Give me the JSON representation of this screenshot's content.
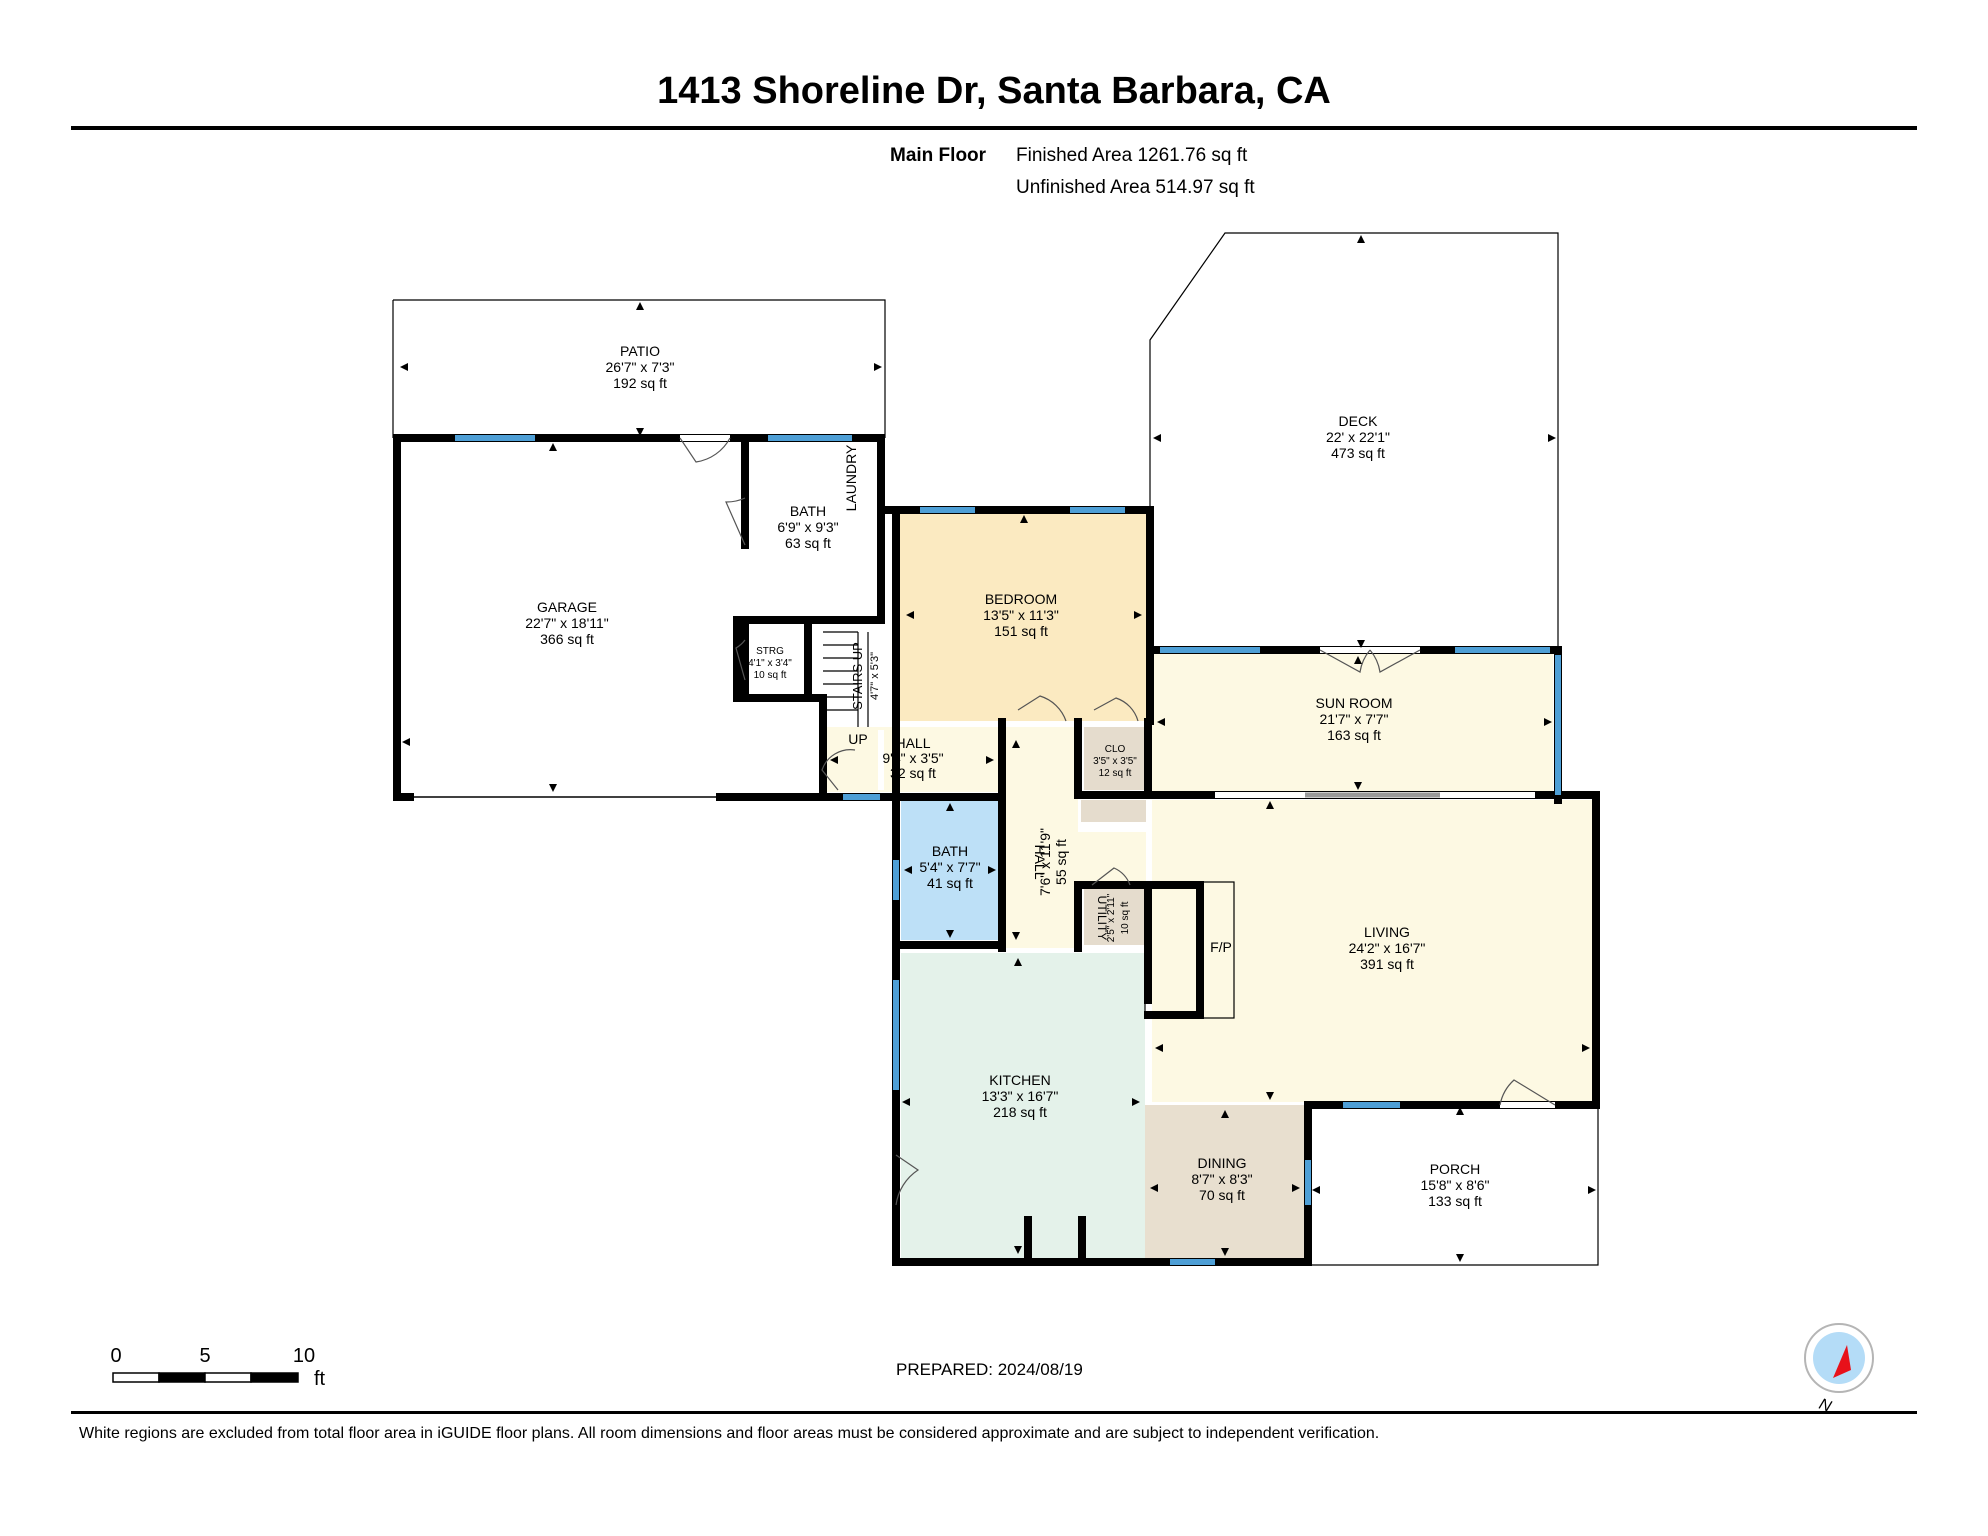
{
  "header": {
    "title": "1413 Shoreline Dr, Santa Barbara, CA"
  },
  "floor": {
    "name": "Main Floor",
    "finished_area": "Finished Area 1261.76 sq ft",
    "unfinished_area": "Unfinished Area 514.97 sq ft"
  },
  "rooms": {
    "patio": {
      "name": "PATIO",
      "dims": "26'7\" x 7'3\"",
      "area": "192 sq ft"
    },
    "garage": {
      "name": "GARAGE",
      "dims": "22'7\" x 18'11\"",
      "area": "366 sq ft"
    },
    "bath_upper": {
      "name": "BATH",
      "dims": "6'9\" x 9'3\"",
      "area": "63 sq ft"
    },
    "laundry": {
      "name": "LAUNDRY"
    },
    "strg": {
      "name": "STRG",
      "dims": "4'1\" x 3'4\"",
      "area": "10 sq ft"
    },
    "stairs": {
      "name": "STAIRS UP",
      "dims": "4'7\" x 5'3\""
    },
    "up_label": "UP",
    "bedroom": {
      "name": "BEDROOM",
      "dims": "13'5\" x 11'3\"",
      "area": "151 sq ft"
    },
    "deck": {
      "name": "DECK",
      "dims": "22' x 22'1\"",
      "area": "473 sq ft"
    },
    "sunroom": {
      "name": "SUN ROOM",
      "dims": "21'7\" x 7'7\"",
      "area": "163 sq ft"
    },
    "hall_upper": {
      "name": "HALL",
      "dims": "9'4\" x 3'5\"",
      "area": "32 sq ft"
    },
    "clo": {
      "name": "CLO",
      "dims": "3'5\" x 3'5\"",
      "area": "12 sq ft"
    },
    "bath_lower": {
      "name": "BATH",
      "dims": "5'4\" x 7'7\"",
      "area": "41 sq ft"
    },
    "hall_lower": {
      "name": "HALL",
      "dims": "7'6\" x 11'9\"",
      "area": "55 sq ft"
    },
    "utility": {
      "name": "UTILITY",
      "dims": "2'5\" x 2'11\"",
      "area": "10 sq ft"
    },
    "fireplace": {
      "name": "F/P"
    },
    "living": {
      "name": "LIVING",
      "dims": "24'2\" x 16'7\"",
      "area": "391 sq ft"
    },
    "kitchen": {
      "name": "KITCHEN",
      "dims": "13'3\" x 16'7\"",
      "area": "218 sq ft"
    },
    "dining": {
      "name": "DINING",
      "dims": "8'7\" x 8'3\"",
      "area": "70 sq ft"
    },
    "porch": {
      "name": "PORCH",
      "dims": "15'8\" x 8'6\"",
      "area": "133 sq ft"
    }
  },
  "colors": {
    "bedroom": "#fbeac1",
    "cream": "#fdf9e3",
    "bath": "#bde0f7",
    "kitchen": "#e4f2ea",
    "dining": "#e8dfcf",
    "closet": "#e5dccd",
    "window": "#4e9fd6",
    "wall": "#000000"
  },
  "scale": {
    "t0": "0",
    "t5": "5",
    "t10": "10",
    "unit": "ft"
  },
  "compass": {
    "label": "N"
  },
  "footer": {
    "prepared": "PREPARED: 2024/08/19",
    "disclaimer": "White regions are excluded from total floor area in iGUIDE floor plans. All room dimensions and floor areas must be considered approximate and are subject to independent verification."
  }
}
